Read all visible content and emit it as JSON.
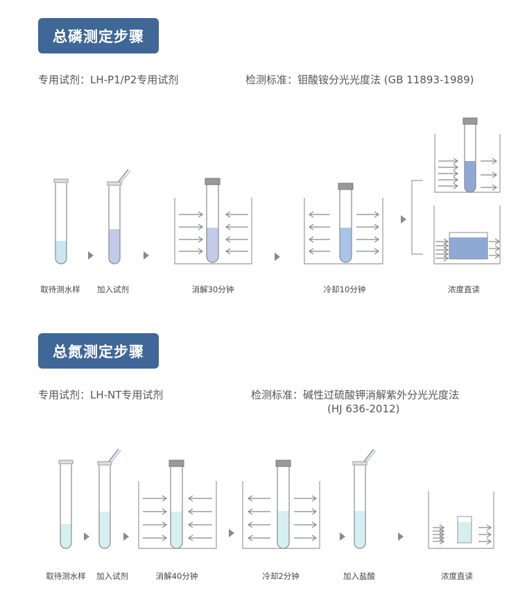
{
  "phosphorus": {
    "title": "总磷测定步骤",
    "reagent": "专用试剂：LH-P1/P2专用试剂",
    "standard": "检测标准：钼酸铵分光光度法 (GB 11893-1989)",
    "steps": [
      "取待测水样",
      "加入试剂",
      "消解30分钟",
      "冷却10分钟",
      "浓度直读"
    ]
  },
  "nitrogen": {
    "title": "总氮测定步骤",
    "reagent": "专用试剂：LH-NT专用试剂",
    "standard": "检测标准：碱性过硫酸钾消解紫外分光光度法",
    "standard_code": "(HJ  636-2012)",
    "steps": [
      "取待测水样",
      "加入试剂",
      "消解40分钟",
      "冷却2分钟",
      "加入盐酸",
      "浓度直读"
    ]
  },
  "colors": {
    "badge": "#3f6797",
    "sample": "#c8e7f0",
    "reagent_p": "#c2cbe9",
    "cooled_p": "#a9c4e8",
    "read_p": "#8fa9d6",
    "liquid_n": "#d6eff1"
  }
}
